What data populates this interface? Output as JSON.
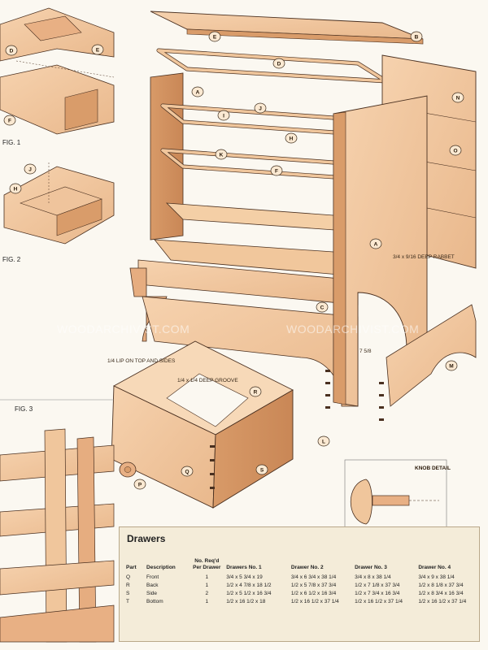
{
  "watermarks": [
    "WOODARCHIVIST.COM",
    "WOODARCHIVIST.COM"
  ],
  "figures": {
    "fig1": "FIG. 1",
    "fig2": "FIG. 2",
    "fig3": "FIG. 3"
  },
  "part_callouts": [
    "A",
    "B",
    "C",
    "D",
    "E",
    "F",
    "H",
    "I",
    "J",
    "K",
    "L",
    "M",
    "N",
    "O",
    "P",
    "Q",
    "R",
    "S"
  ],
  "annotations": {
    "lip": "1/4 LIP ON TOP AND SIDES",
    "groove": "1/4 x 1/4 DEEP GROOVE",
    "rabbet": "3/4 x 9/16 DEEP RABBET",
    "knob_detail": "KNOB DETAIL",
    "base_height": "7 5/8"
  },
  "table": {
    "title": "Drawers",
    "headers": [
      "Part",
      "Description",
      "No. Req'd Per Drawer",
      "Drawers No. 1",
      "Drawer No. 2",
      "Drawer No. 3",
      "Drawer No. 4"
    ],
    "rows": [
      [
        "Q",
        "Front",
        "1",
        "3/4 x 5 3/4 x 19",
        "3/4 x 6 3/4 x 38 1/4",
        "3/4 x 8 x 38 1/4",
        "3/4 x 9 x 38 1/4"
      ],
      [
        "R",
        "Back",
        "1",
        "1/2 x 4 7/8 x 18 1/2",
        "1/2 x 5 7/8 x 37 3/4",
        "1/2 x 7 1/8 x 37 3/4",
        "1/2 x 8 1/8 x 37 3/4"
      ],
      [
        "S",
        "Side",
        "2",
        "1/2 x 5 1/2 x 16 3/4",
        "1/2 x 6 1/2 x 16 3/4",
        "1/2 x 7 3/4 x 16 3/4",
        "1/2 x 8 3/4 x 16 3/4"
      ],
      [
        "T",
        "Bottom",
        "1",
        "1/2 x 16 1/2 x 18",
        "1/2 x 16 1/2 x 37 1/4",
        "1/2 x 16 1/2 x 37 1/4",
        "1/2 x 16 1/2 x 37 1/4"
      ]
    ]
  }
}
